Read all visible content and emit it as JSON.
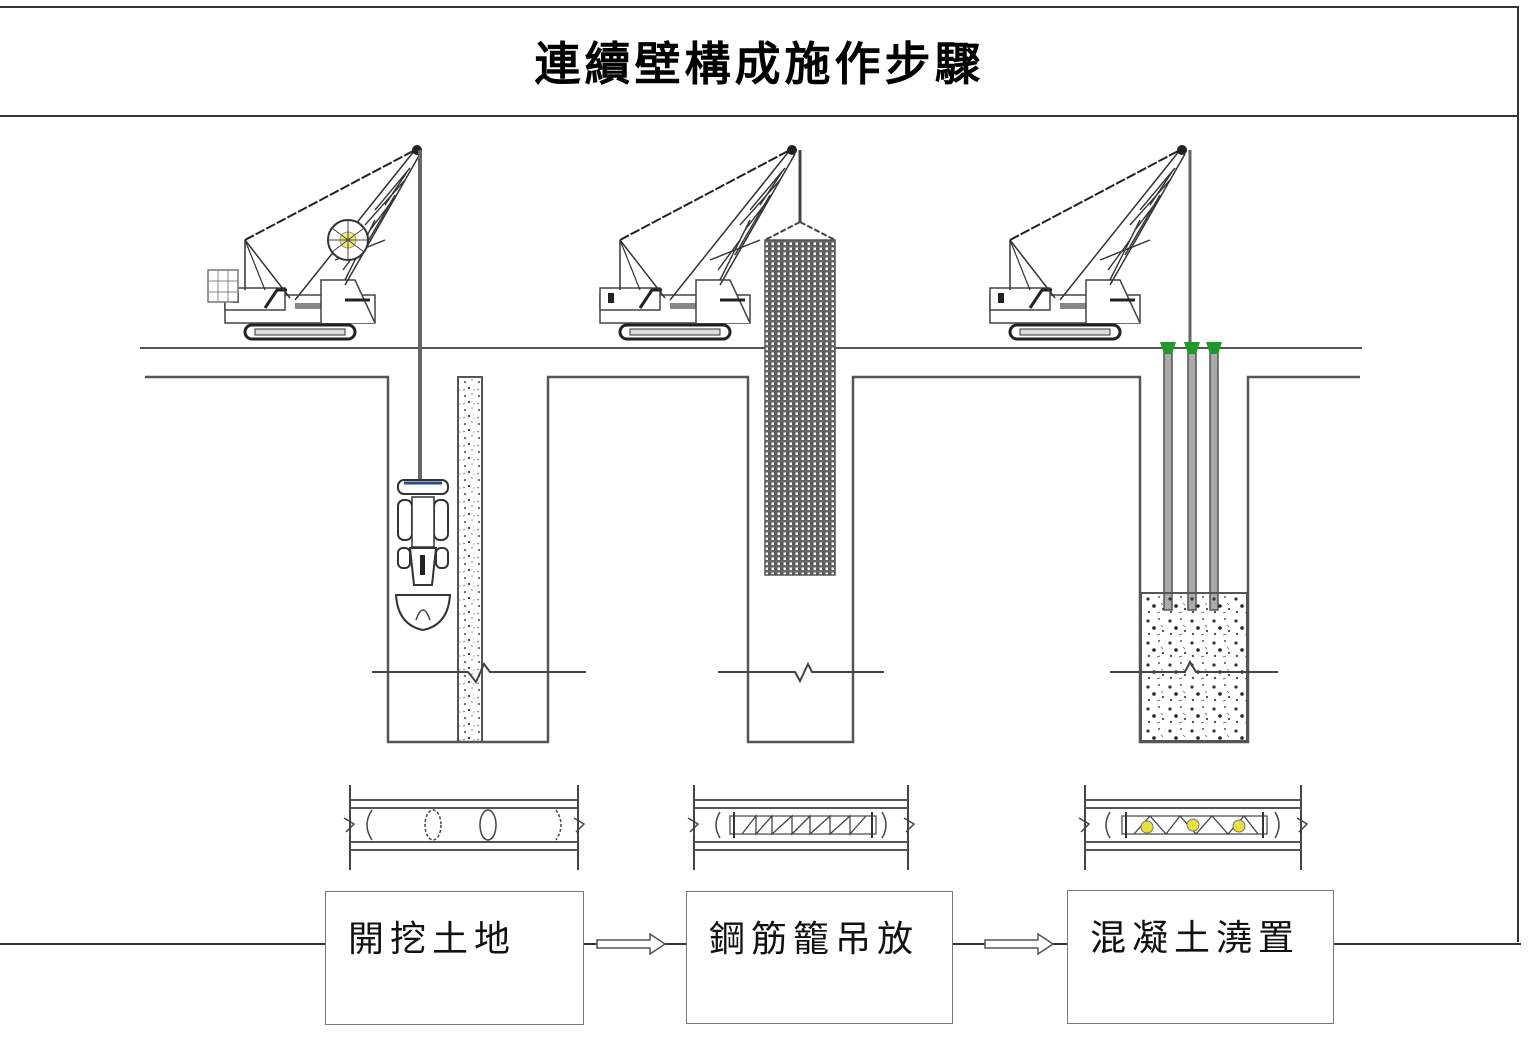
{
  "title": "連續壁構成施作步驟",
  "steps": [
    {
      "label": "開挖土地",
      "icon": "excavator-bucket-icon"
    },
    {
      "label": "鋼筋籠吊放",
      "icon": "rebar-cage-icon"
    },
    {
      "label": "混凝土澆置",
      "icon": "tremie-pipe-icon"
    }
  ],
  "colors": {
    "line": "#333333",
    "wall": "#555555",
    "tremie_head": "#1f9a2a",
    "sheave": "#f2ee6a",
    "concrete_dot": "#333333",
    "rebar": "#3a3a3a"
  }
}
